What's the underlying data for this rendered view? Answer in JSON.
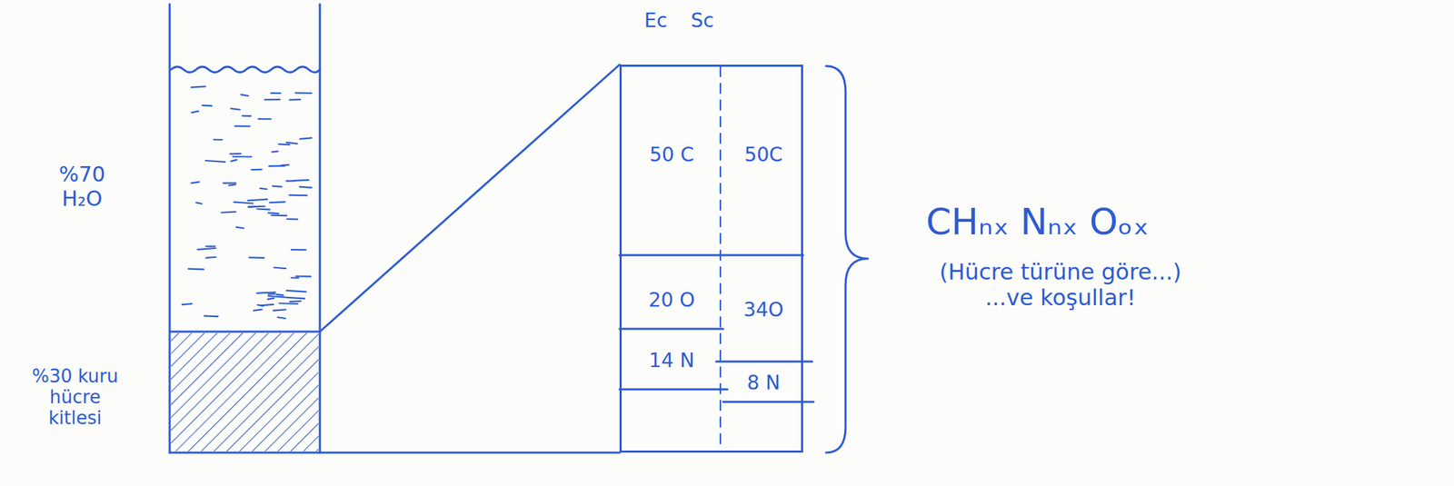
{
  "diagram": {
    "nodes": [
      {
        "text": [
          "Ec",
          "Sc",
          "50 C",
          "50C",
          "20 O",
          "34O",
          "14 N",
          "8 N"
        ]
      }
    ],
    "labels": [
      "%70 H₂O",
      "%30 kuru hücre kitlesi",
      "CHₙₓ Nₙₓ Oₒₓ",
      "(Hücre türüne göre...) ...ve koşullar!"
    ]
  }
}
